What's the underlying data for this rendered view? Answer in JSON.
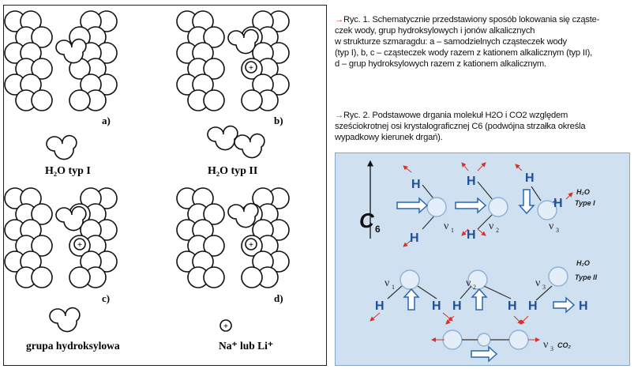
{
  "figure1": {
    "caption_marker": "→",
    "caption_lines": [
      "Ryc. 1. Schematycznie przedstawiony sposób lokowania się cząste-",
      "czek wody, grup hydroksylowych i jonów alkalicznych",
      "w strukturze szmaragdu: a – samodzielnych cząsteczek wody",
      "(typ I), b, c – cząsteczek wody razem z kationem alkalicznym (typ II),",
      "d – grup hydroksylowych razem z kationem alkalicznym."
    ],
    "panel_labels": [
      "a)",
      "b)",
      "c)",
      "d)"
    ],
    "legend": {
      "h2o_type1": "H₂O typ I",
      "h2o_type2": "H₂O typ II",
      "hydroxyl": "grupa hydroksylowa",
      "cation": "Na⁺ lub  Li⁺",
      "plus": "+"
    }
  },
  "figure2": {
    "caption_marker": "→",
    "caption_lines": [
      "Ryc. 2. Podstawowe drgania molekuł H2O i CO2 względem",
      "sześciokrotnej osi krystalograficznej C6 (podwójna strzałka określa",
      "wypadkowy kierunek drgań)."
    ],
    "axis_label": "C",
    "axis_sub": "6",
    "atom_h": "H",
    "modes": [
      "ν",
      "ν",
      "ν"
    ],
    "mode_subs": [
      "1",
      "2",
      "3"
    ],
    "h2o_label": "H₂O",
    "type1": "Type I",
    "type2": "Type II",
    "co2_label": "CO₂",
    "colors": {
      "panel_bg": "#cfe0f1",
      "atom_h": "#1d4f9e",
      "arrow_red": "#d2332a",
      "bond": "#d2332a",
      "circle": "#e4eef9"
    }
  }
}
